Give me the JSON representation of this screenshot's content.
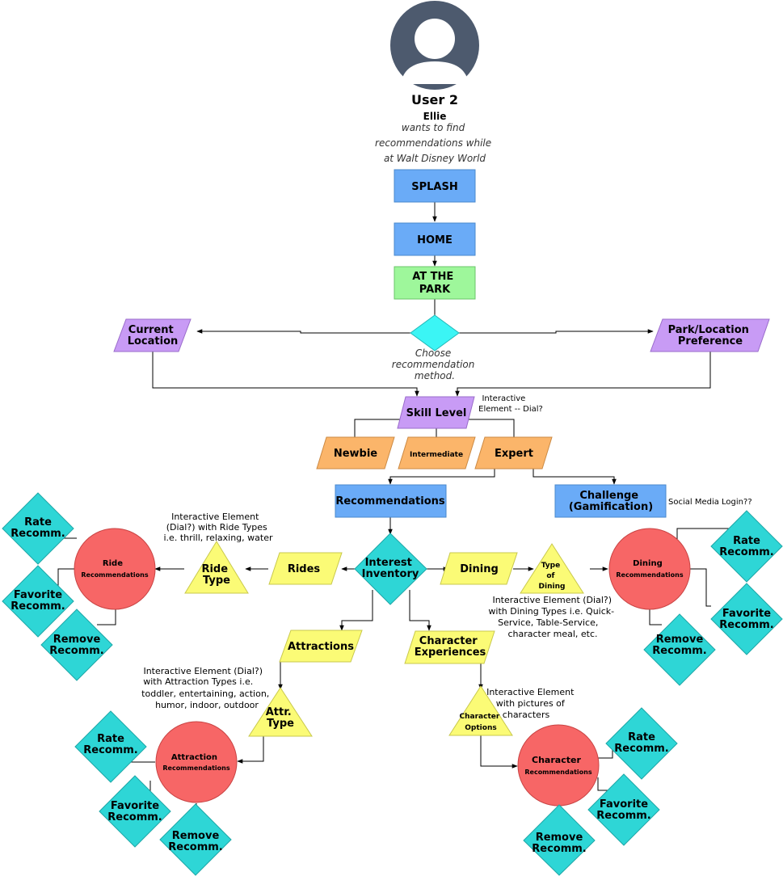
{
  "user": {
    "title": "User 2",
    "name": "Ellie",
    "goal": [
      "wants to find",
      "recommendations while",
      "at Walt Disney World"
    ]
  },
  "colors": {
    "blue": "#6aabf7",
    "green": "#9ef79b",
    "cyan_diamond": "#3bf5f5",
    "purple": "#c89bf5",
    "orange": "#fbb56a",
    "yellow": "#fbfb76",
    "red": "#f76666",
    "teal": "#2ed6d6",
    "avatar": "#4d5a6e"
  },
  "screens": {
    "splash": "SPLASH",
    "home": "HOME",
    "at_park": [
      "AT THE",
      "PARK"
    ]
  },
  "method": {
    "choose": [
      "Choose",
      "recommendation",
      "method."
    ],
    "current_location": [
      "Current",
      "Location"
    ],
    "park_pref": [
      "Park/Location",
      "Preference"
    ]
  },
  "skill": {
    "label": "Skill Level",
    "note": [
      "Interactive",
      "Element -- Dial?"
    ],
    "newbie": "Newbie",
    "intermediate": "Intermediate",
    "expert": "Expert"
  },
  "recommendations": "Recommendations",
  "challenge": {
    "label": [
      "Challenge",
      "(Gamification)"
    ],
    "note": "Social Media Login??"
  },
  "interest": [
    "Interest",
    "Inventory"
  ],
  "rides": {
    "label": "Rides",
    "type": [
      "Ride",
      "Type"
    ],
    "note": [
      "Interactive Element",
      "(Dial?) with Ride Types",
      "i.e. thrill, relaxing, water"
    ],
    "rec": [
      "Ride",
      "Recommendations"
    ]
  },
  "dining": {
    "label": "Dining",
    "type": [
      "Type",
      "of",
      "Dining"
    ],
    "note": [
      "Interactive Element (Dial?)",
      "with Dining Types i.e. Quick-",
      "Service, Table-Service,",
      "character meal, etc."
    ],
    "rec": [
      "Dining",
      "Recommendations"
    ]
  },
  "attractions": {
    "label": "Attractions",
    "type": [
      "Attr.",
      "Type"
    ],
    "note": [
      "Interactive Element (Dial?)",
      "with Attraction Types i.e.",
      "toddler, entertaining, action,",
      "humor, indoor, outdoor"
    ],
    "rec": [
      "Attraction",
      "Recommendations"
    ]
  },
  "character": {
    "label": [
      "Character",
      "Experiences"
    ],
    "type": [
      "Character",
      "Options"
    ],
    "note": [
      "Interactive Element",
      "with pictures of",
      "characters"
    ],
    "rec": [
      "Character",
      "Recommendations"
    ]
  },
  "actions": {
    "rate": [
      "Rate",
      "Recomm."
    ],
    "favorite": [
      "Favorite",
      "Recomm."
    ],
    "remove": [
      "Remove",
      "Recomm."
    ]
  }
}
